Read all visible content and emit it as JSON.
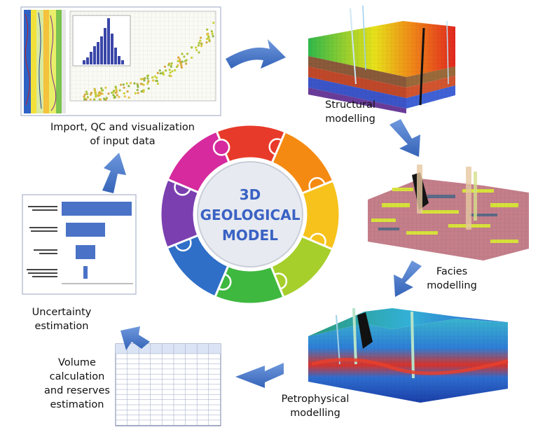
{
  "center": {
    "line1": "3D",
    "line2": "GEOLOGICAL",
    "line3": "MODEL",
    "colors": [
      "#e83a2a",
      "#f58a12",
      "#f6c21b",
      "#a6cf2b",
      "#3fb83f",
      "#2f6fc8",
      "#7b3fb0",
      "#d62a9e"
    ]
  },
  "steps": {
    "import": {
      "line1": "Import, QC and visualization",
      "line2": "of input data"
    },
    "structural": {
      "line1": "Structural",
      "line2": "modelling"
    },
    "facies": {
      "line1": "Facies",
      "line2": "modelling"
    },
    "petro": {
      "line1": "Petrophysical",
      "line2": "modelling"
    },
    "volume": {
      "line1": "Volume",
      "line2": "calculation",
      "line3": "and reserves",
      "line4": "estimation"
    },
    "uncertainty": {
      "line1": "Uncertainty",
      "line2": "estimation"
    }
  },
  "arrow_color": "#4b79c9"
}
